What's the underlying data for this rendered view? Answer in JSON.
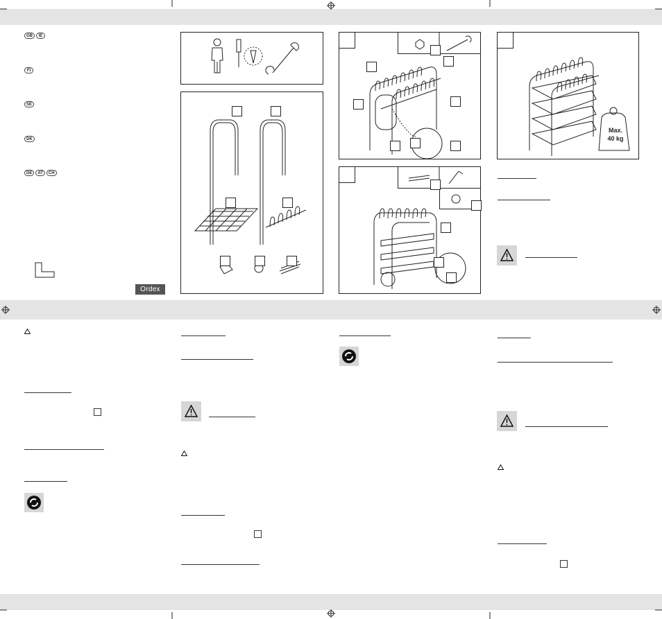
{
  "brand": {
    "logo_text": "Ordex"
  },
  "languages": [
    {
      "codes": [
        "GB",
        "IE"
      ]
    },
    {
      "codes": [
        "FI"
      ]
    },
    {
      "codes": [
        "SE"
      ]
    },
    {
      "codes": [
        "DK"
      ]
    },
    {
      "codes": [
        "DE",
        "AT",
        "CH"
      ]
    }
  ],
  "figures": {
    "weight_max_label": "Max.",
    "weight_value_label": "40 kg"
  },
  "icons": [
    "warning-icon",
    "green-dot-recycling-icon",
    "registration-mark-icon",
    "screwdriver-icon",
    "wrench-icon",
    "bolt-icon",
    "nut-icon"
  ],
  "colors": {
    "band": "#e4e4e4",
    "icon_box": "#d6d6d6",
    "logo_bg": "#555555",
    "line": "#222222"
  }
}
